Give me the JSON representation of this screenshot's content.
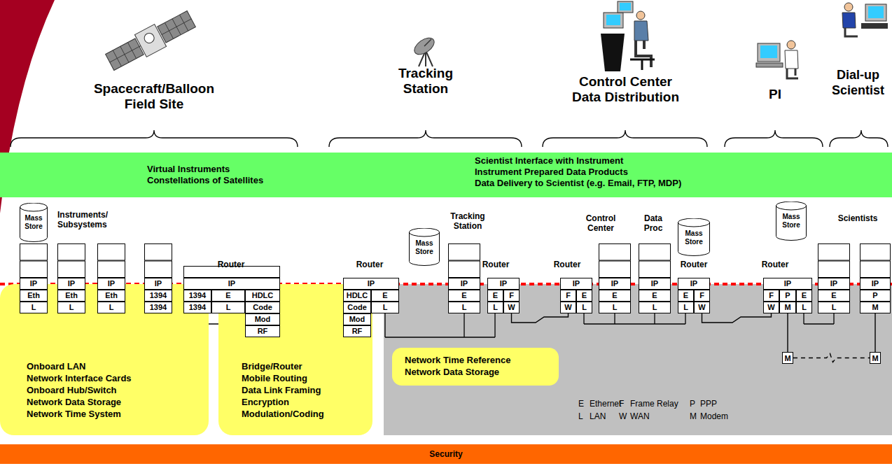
{
  "diagram": {
    "nodes": [
      {
        "text": [
          "Virtual Instruments",
          "Constellations of Satellites",
          "Scientist Interface with Instrument",
          "Instrument Prepared Data Products",
          "Data Delivery to Scientist (e.g. Email, FTP, MDP)"
        ]
      },
      {
        "text": [
          "Mass Store"
        ]
      },
      {
        "text": [
          "IP"
        ]
      },
      {
        "text": [
          "Eth"
        ]
      },
      {
        "text": [
          "L"
        ]
      },
      {
        "text": [
          "IP"
        ]
      },
      {
        "text": [
          "Eth"
        ]
      },
      {
        "text": [
          "L"
        ]
      },
      {
        "text": [
          "IP"
        ]
      },
      {
        "text": [
          "Eth"
        ]
      },
      {
        "text": [
          "L"
        ]
      },
      {
        "text": [
          "IP"
        ]
      },
      {
        "text": [
          "1394"
        ]
      },
      {
        "text": [
          "1394"
        ]
      },
      {
        "text": [
          "IP"
        ]
      },
      {
        "text": [
          "1394"
        ]
      },
      {
        "text": [
          "E"
        ]
      },
      {
        "text": [
          "HDLC"
        ]
      },
      {
        "text": [
          "1394"
        ]
      },
      {
        "text": [
          "L"
        ]
      },
      {
        "text": [
          "Code"
        ]
      },
      {
        "text": [
          "Mod"
        ]
      },
      {
        "text": [
          "RF"
        ]
      },
      {
        "text": [
          "IP"
        ]
      },
      {
        "text": [
          "HDLC"
        ]
      },
      {
        "text": [
          "E"
        ]
      },
      {
        "text": [
          "Code"
        ]
      },
      {
        "text": [
          "L"
        ]
      },
      {
        "text": [
          "Mod"
        ]
      },
      {
        "text": [
          "RF"
        ]
      },
      {
        "text": [
          "Mass Store"
        ]
      },
      {
        "text": [
          "IP"
        ]
      },
      {
        "text": [
          "E"
        ]
      },
      {
        "text": [
          "L"
        ]
      },
      {
        "text": [
          "IP"
        ]
      },
      {
        "text": [
          "E"
        ]
      },
      {
        "text": [
          "F"
        ]
      },
      {
        "text": [
          "L"
        ]
      },
      {
        "text": [
          "W"
        ]
      },
      {
        "text": [
          "IP"
        ]
      },
      {
        "text": [
          "F"
        ]
      },
      {
        "text": [
          "E"
        ]
      },
      {
        "text": [
          "W"
        ]
      },
      {
        "text": [
          "L"
        ]
      },
      {
        "text": [
          "IP"
        ]
      },
      {
        "text": [
          "E"
        ]
      },
      {
        "text": [
          "L"
        ]
      },
      {
        "text": [
          "IP"
        ]
      },
      {
        "text": [
          "E"
        ]
      },
      {
        "text": [
          "L"
        ]
      },
      {
        "text": [
          "Mass Store"
        ]
      },
      {
        "text": [
          "IP"
        ]
      },
      {
        "text": [
          "E"
        ]
      },
      {
        "text": [
          "F"
        ]
      },
      {
        "text": [
          "L"
        ]
      },
      {
        "text": [
          "W"
        ]
      },
      {
        "text": [
          "Mass Store"
        ]
      },
      {
        "text": [
          "IP"
        ]
      },
      {
        "text": [
          "F"
        ]
      },
      {
        "text": [
          "P"
        ]
      },
      {
        "text": [
          "E"
        ]
      },
      {
        "text": [
          "W"
        ]
      },
      {
        "text": [
          "M"
        ]
      },
      {
        "text": [
          "L"
        ]
      },
      {
        "text": [
          "IP"
        ]
      },
      {
        "text": [
          "E"
        ]
      },
      {
        "text": [
          "L"
        ]
      },
      {
        "text": [
          "IP"
        ]
      },
      {
        "text": [
          "P"
        ]
      },
      {
        "text": [
          "M"
        ]
      },
      {
        "text": [
          "M"
        ]
      },
      {
        "text": [
          "M"
        ]
      },
      {
        "text": [
          "Onboard LAN",
          "Network Interface Cards",
          "Onboard Hub/Switch",
          "Network Data Storage",
          "Network Time System"
        ]
      },
      {
        "text": [
          "Bridge/Router",
          "Mobile Routing",
          "Data Link Framing",
          "Encryption",
          "Modulation/Coding"
        ]
      },
      {
        "text": [
          "Network Time Reference",
          "Network Data Storage"
        ]
      },
      {
        "text": [
          "Security"
        ]
      }
    ],
    "edges": [
      {
        "from": 22,
        "to": 29,
        "arrow": "none"
      },
      {
        "from": 13,
        "to": 18,
        "arrow": "none"
      },
      {
        "from": 38,
        "to": 42,
        "arrow": "none"
      },
      {
        "from": 55,
        "to": 61,
        "arrow": "none"
      },
      {
        "from": 62,
        "to": 70,
        "arrow": "none"
      },
      {
        "from": 69,
        "to": 71,
        "arrow": "none"
      },
      {
        "from": 70,
        "to": 71,
        "arrow": "none"
      }
    ],
    "labels": [
      "Spacecraft/Balloon Field Site",
      "Tracking Station",
      "Control Center Data Distribution",
      "PI",
      "Dial-up Scientist",
      "Instruments/ Subsystems",
      "Router",
      "Router",
      "Tracking Station",
      "Router",
      "Router",
      "Control Center",
      "Data Proc",
      "Router",
      "Router",
      "Scientists",
      "E",
      "Ethernet",
      "F",
      "Frame Relay",
      "P",
      "PPP",
      "L",
      "LAN",
      "W",
      "WAN",
      "M",
      "Modem"
    ]
  }
}
